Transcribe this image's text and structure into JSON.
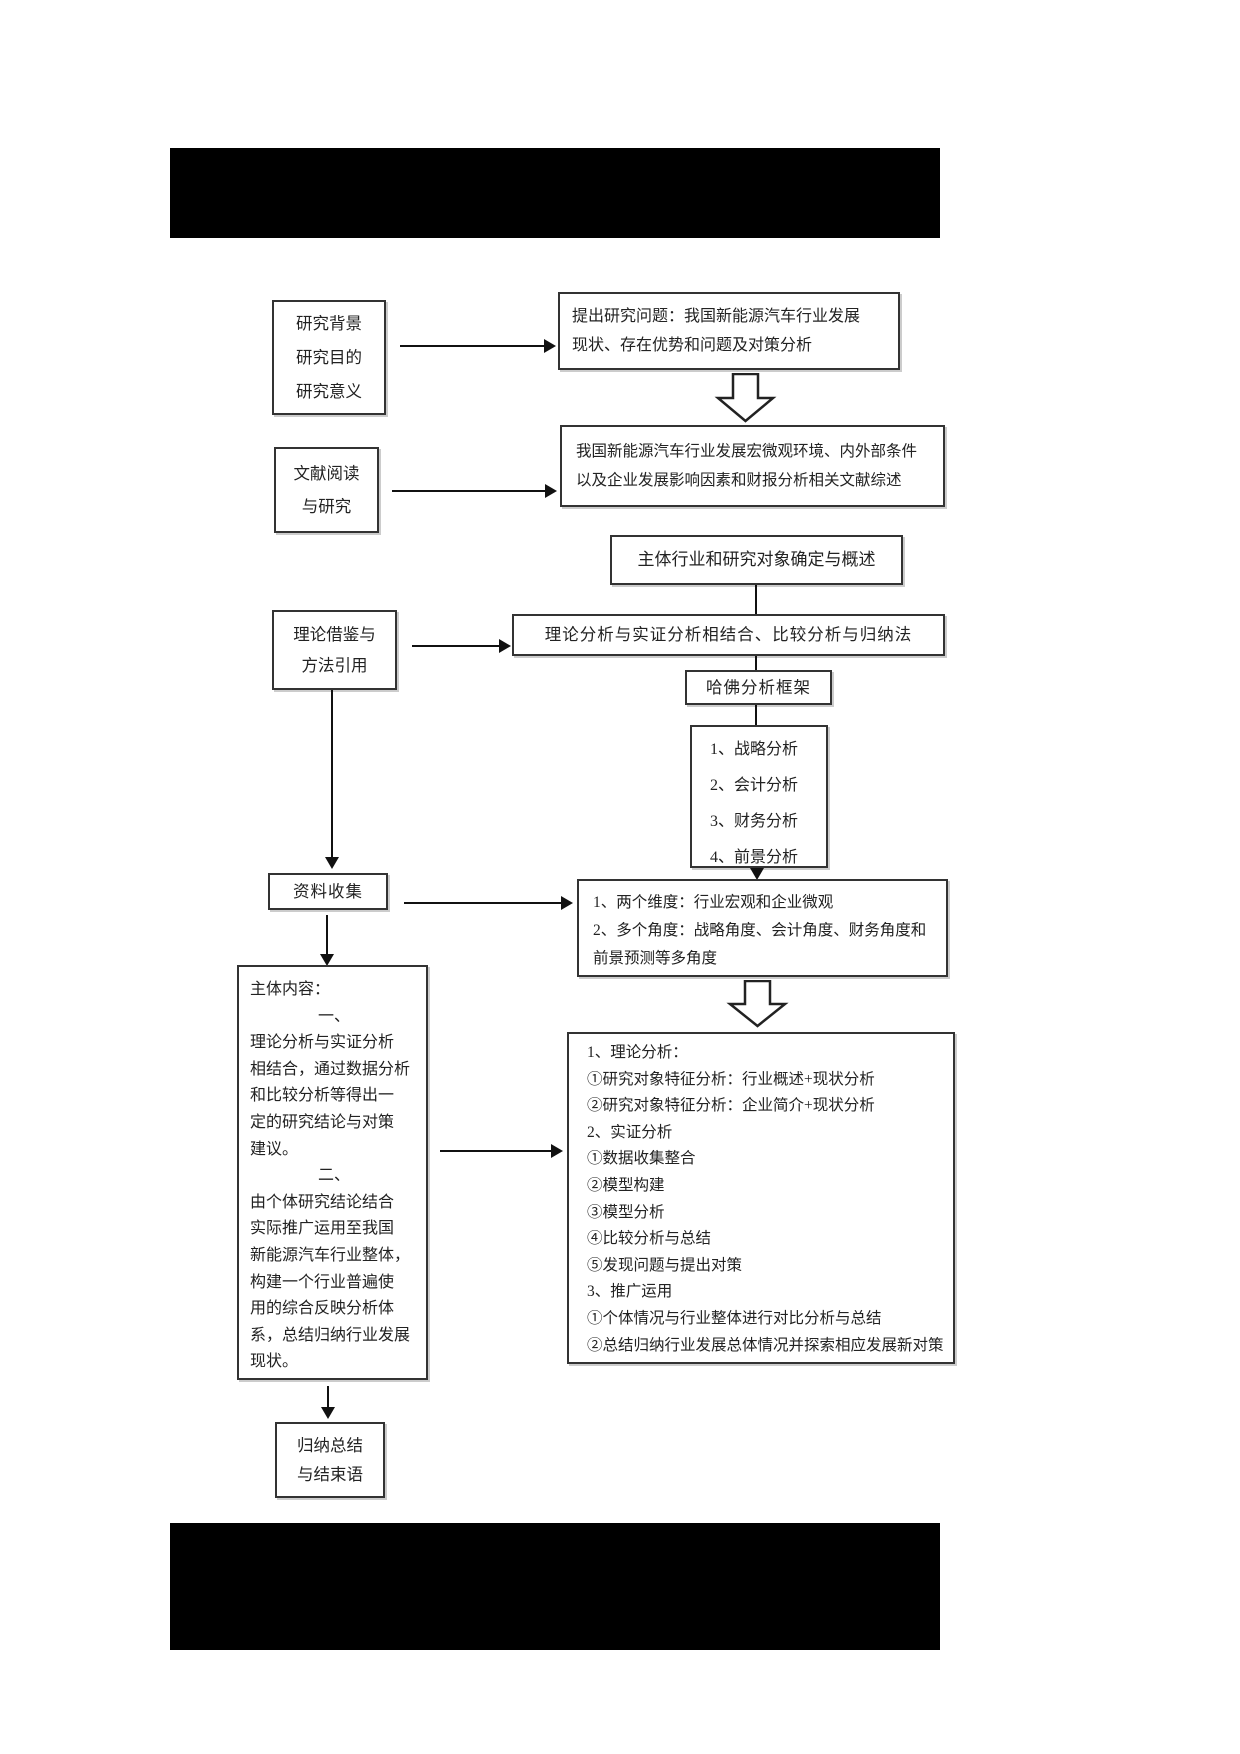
{
  "page": {
    "kind": "research-flowchart",
    "background": "#ffffff",
    "redaction_bar_color": "#000000",
    "box_border_color": "#333333",
    "text_color": "#222222"
  },
  "nodes": {
    "research_background": {
      "lines": [
        "研究背景",
        "研究目的",
        "研究意义"
      ]
    },
    "research_question": {
      "lines": [
        "提出研究问题：我国新能源汽车行业发展",
        "现状、存在优势和问题及对策分析"
      ]
    },
    "literature_summary": {
      "lines": [
        "我国新能源汽车行业发展宏微观环境、内外部条件",
        "以及企业发展影响因素和财报分析相关文献综述"
      ]
    },
    "literature_reading": {
      "lines": [
        "文献阅读",
        "与研究"
      ]
    },
    "subject_industry": {
      "label": "主体行业和研究对象确定与概述"
    },
    "theory_method": {
      "lines": [
        "理论借鉴与",
        "方法引用"
      ]
    },
    "analysis_method": {
      "label": "理论分析与实证分析相结合、比较分析与归纳法"
    },
    "harvard_framework": {
      "label": "哈佛分析框架"
    },
    "harvard_items": {
      "lines": [
        "1、战略分析",
        "2、会计分析",
        "3、财务分析",
        "4、前景分析"
      ]
    },
    "data_collection": {
      "label": "资料收集"
    },
    "dimensions_angles": {
      "lines": [
        "1、两个维度：行业宏观和企业微观",
        "2、多个角度：战略角度、会计角度、财务角度和",
        "前景预测等多角度"
      ]
    },
    "main_content": {
      "lines": [
        "主体内容：",
        "一、",
        "理论分析与实证分析",
        "相结合，通过数据分析",
        "和比较分析等得出一",
        "定的研究结论与对策",
        "建议。",
        "二、",
        "由个体研究结论结合",
        "实际推广运用至我国",
        "新能源汽车行业整体，",
        "构建一个行业普遍使",
        "用的综合反映分析体",
        "系，总结归纳行业发展",
        "现状。"
      ]
    },
    "analysis_steps": {
      "lines": [
        "1、理论分析：",
        "①研究对象特征分析：行业概述+现状分析",
        "②研究对象特征分析：企业简介+现状分析",
        "2、实证分析",
        "①数据收集整合",
        "②模型构建",
        "③模型分析",
        "④比较分析与总结",
        "⑤发现问题与提出对策",
        "3、推广运用",
        "①个体情况与行业整体进行对比分析与总结",
        "②总结归纳行业发展总体情况并探索相应发展新对策"
      ]
    },
    "summary_conclusion": {
      "lines": [
        "归纳总结",
        "与结束语"
      ]
    }
  }
}
